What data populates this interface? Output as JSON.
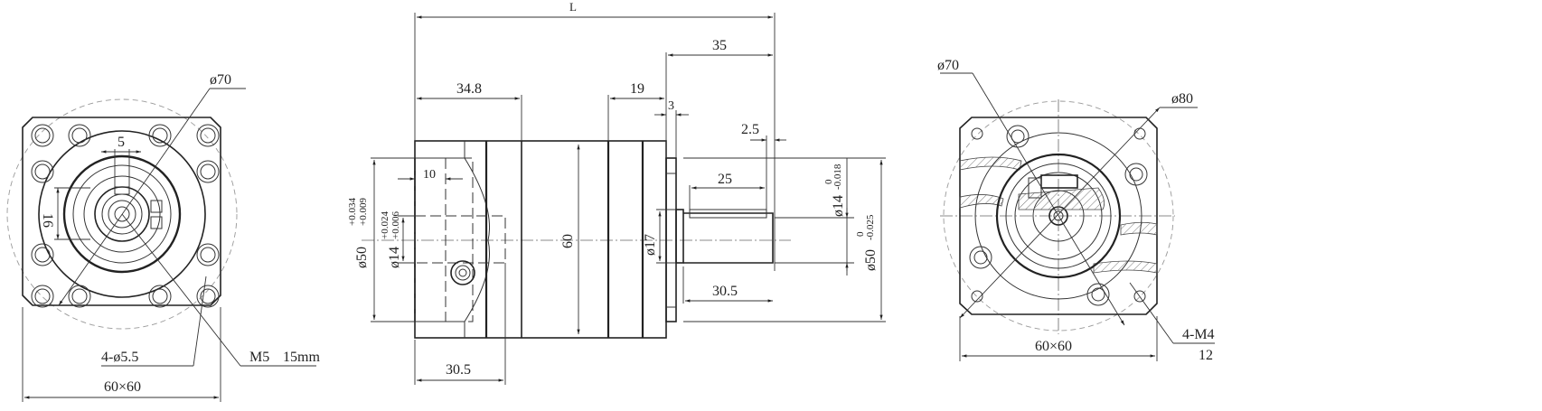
{
  "title": "Planetary gearbox dimension drawing",
  "input_view": {
    "dia_outer": "ø70",
    "key_width": "5",
    "key_height": "16",
    "mount_holes": "4-ø5.5",
    "thread": "M5",
    "thread_depth": "15mm",
    "square": "60×60"
  },
  "side_view": {
    "overall_length": "L",
    "output_length": "35",
    "input_length": "34.8",
    "flange_length": "19",
    "pilot_length": "3",
    "key_offset": "2.5",
    "input_depth": "10",
    "key_length": "25",
    "body_height": "60",
    "shoulder_dia": "ø17",
    "shaft_length": "30.5",
    "input_bore_depth": "30.5",
    "input_pilot_dia": "ø50",
    "input_pilot_tol_upper": "+0.034",
    "input_pilot_tol_lower": "+0.009",
    "input_bore_dia": "ø14",
    "input_bore_tol_upper": "+0.024",
    "input_bore_tol_lower": "+0.006",
    "output_shaft_dia": "ø14",
    "output_shaft_tol_upper": "0",
    "output_shaft_tol_lower": "-0.018",
    "output_pilot_dia": "ø50",
    "output_pilot_tol_upper": "0",
    "output_pilot_tol_lower": "-0.025"
  },
  "output_view": {
    "dia_inner": "ø70",
    "dia_outer": "ø80",
    "square": "60×60",
    "tapped_holes": "4-M4",
    "tapped_depth": "12"
  }
}
